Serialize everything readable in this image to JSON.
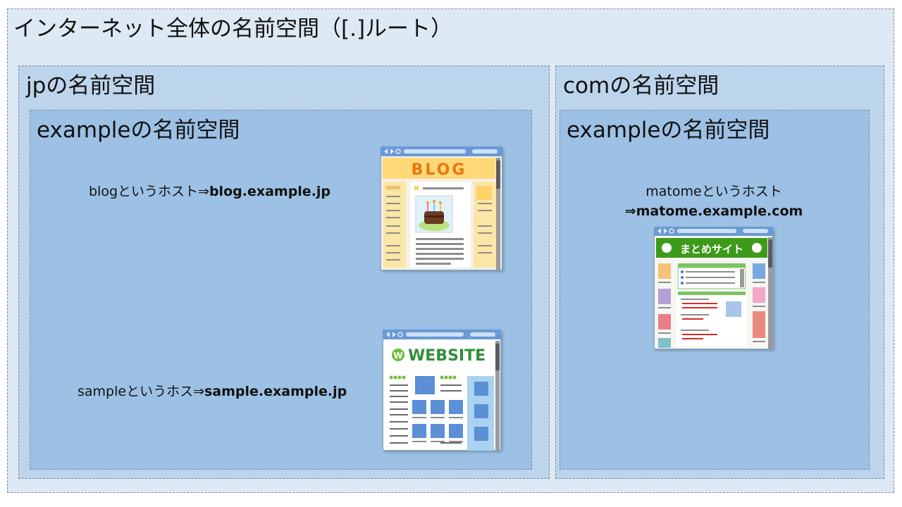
{
  "root": {
    "title": "インターネット全体の名前空間（[.]ルート）"
  },
  "jp": {
    "title": "jpの名前空間",
    "example": {
      "title": "exampleの名前空間",
      "hosts": [
        {
          "prefix": "blogというホスト⇒",
          "fqdn": "blog.example.jp",
          "icon": "blog-site-illustration",
          "banner": "BLOG"
        },
        {
          "prefix": "sampleというホス⇒",
          "fqdn": "sample.example.jp",
          "icon": "website-illustration",
          "banner": "WEBSITE"
        }
      ]
    }
  },
  "com": {
    "title": "comの名前空間",
    "example": {
      "title": "exampleの名前空間",
      "hosts": [
        {
          "prefix": "matomeというホスト",
          "fqdn": "⇒matome.example.com",
          "icon": "matome-site-illustration",
          "banner": "まとめサイト"
        }
      ]
    }
  },
  "colors": {
    "root_bg": "#dde9f5",
    "tld_bg": "#bdd5ec",
    "domain_bg": "#9dc1e5",
    "border": "#7f8c99"
  }
}
